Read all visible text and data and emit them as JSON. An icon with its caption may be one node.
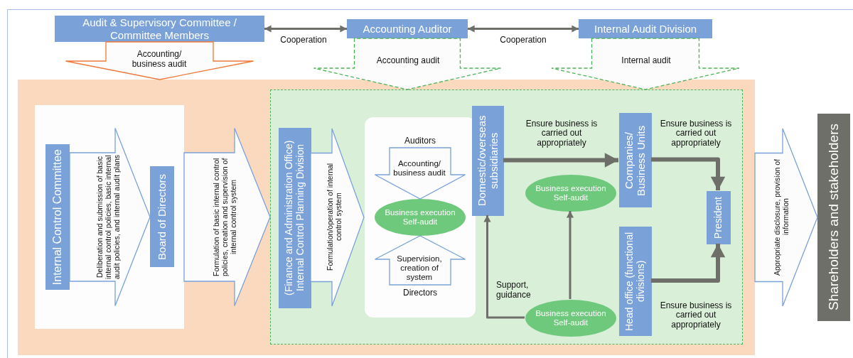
{
  "diagram": {
    "nodes": [
      {
        "text": [
          "Audit & Supervisory Committee / Committee Members"
        ]
      },
      {
        "text": [
          "Accounting Auditor"
        ]
      },
      {
        "text": [
          "Internal Audit Division"
        ]
      },
      {
        "text": [],
        "shape": "box"
      },
      {
        "text": [],
        "shape": "box",
        "in": 3
      },
      {
        "text": [
          "Internal Control Committee"
        ],
        "in": 4
      },
      {
        "text": [
          "Board of Directors"
        ],
        "in": 4
      },
      {
        "text": [],
        "shape": "box",
        "in": 3
      },
      {
        "text": [
          "(Finance and Administration Office) Internal Control Planning Division"
        ],
        "in": 7
      },
      {
        "text": [],
        "shape": "box",
        "in": 7
      },
      {
        "text": [
          "Auditors"
        ],
        "in": 9
      },
      {
        "text": [
          "Business execution Self-audit"
        ],
        "in": 9
      },
      {
        "text": [
          "Directors"
        ],
        "in": 9
      },
      {
        "text": [
          "Domestic/overseas subsidiaries"
        ],
        "in": 7
      },
      {
        "text": [
          "Business execution Self-audit"
        ],
        "in": 7
      },
      {
        "text": [
          "Companies/ Business Units"
        ],
        "in": 7
      },
      {
        "text": [
          "Head office (functional divisions)"
        ],
        "in": 7
      },
      {
        "text": [
          "President"
        ],
        "in": 7
      },
      {
        "text": [
          "Business execution Self-audit"
        ],
        "in": 7
      },
      {
        "text": [
          "Shareholders and stakeholders"
        ]
      }
    ],
    "edges": [
      {
        "from": 0,
        "to": 1,
        "arrow": "both",
        "label": "Cooperation"
      },
      {
        "from": 1,
        "to": 2,
        "arrow": "both",
        "label": "Cooperation"
      },
      {
        "from": 13,
        "to": 15,
        "arrow": "to",
        "label": "Ensure business is carried out appropriately",
        "style": "thick"
      },
      {
        "from": 15,
        "to": 17,
        "arrow": "to",
        "label": "Ensure business is carried out appropriately",
        "style": "thick"
      },
      {
        "from": 16,
        "to": 17,
        "arrow": "to",
        "label": "Ensure business is carried out appropriately",
        "style": "thick"
      },
      {
        "from": 18,
        "to": 13,
        "arrow": "to",
        "label": "Support, guidance"
      },
      {
        "from": 18,
        "to": 14,
        "arrow": "to"
      },
      {
        "from": 0,
        "to": 3,
        "arrow": "to",
        "label": "Accounting/ business audit",
        "color": "#ee7a3c"
      },
      {
        "from": 1,
        "to": 7,
        "arrow": "to",
        "label": "Accounting audit",
        "style": "dashed",
        "color": "#4fb35a"
      },
      {
        "from": 2,
        "to": 7,
        "arrow": "to",
        "label": "Internal audit",
        "style": "dashed",
        "color": "#4fb35a"
      },
      {
        "from": 5,
        "to": 6,
        "arrow": "to",
        "label": "Deliberation and submission of basic internal control policies, basic internal audit policies, and internal audit plans",
        "color": "#7aa2d9"
      },
      {
        "from": 4,
        "to": 7,
        "arrow": "to",
        "label": "Formulation of basic internal control policies, creation and supervision of internal control system",
        "color": "#7aa2d9"
      },
      {
        "from": 8,
        "to": 9,
        "arrow": "to",
        "label": "Formulation/operation of internal control system",
        "color": "#7aa2d9"
      },
      {
        "from": 10,
        "to": 11,
        "arrow": "to",
        "label": "Accounting/ business audit",
        "color": "#7aa2d9"
      },
      {
        "from": 12,
        "to": 11,
        "arrow": "to",
        "label": "Supervision, creation of system",
        "color": "#7aa2d9"
      },
      {
        "from": 3,
        "to": 19,
        "arrow": "to",
        "label": "Appropriate disclosure, provision of information",
        "color": "#7aa2d9"
      }
    ]
  }
}
